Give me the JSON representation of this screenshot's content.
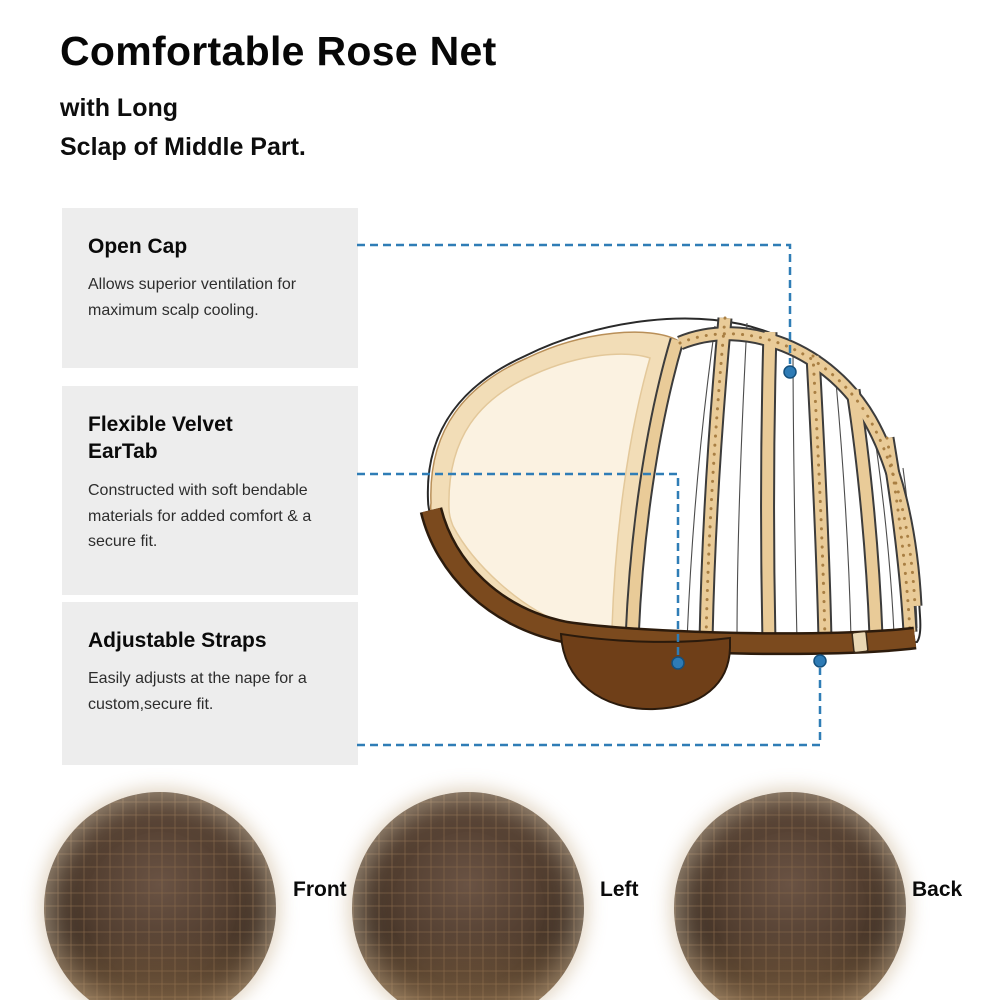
{
  "header": {
    "title": "Comfortable Rose Net",
    "subtitle_line1": "with Long",
    "subtitle_line2": "Sclap of Middle Part."
  },
  "features": [
    {
      "title": "Open Cap",
      "description": "Allows superior ventilation for maximum scalp cooling."
    },
    {
      "title": "Flexible Velvet EarTab",
      "description": "Constructed with soft bendable materials for added comfort & a secure fit."
    },
    {
      "title": "Adjustable Straps",
      "description": "Easily adjusts at the nape for a custom,secure fit."
    }
  ],
  "views": [
    {
      "label": "Front"
    },
    {
      "label": "Left"
    },
    {
      "label": "Back"
    }
  ],
  "colors": {
    "connector": "#2f7db6",
    "dot": "#2e7bb5",
    "box_bg": "#ededed",
    "cap_tan": "#e9cb98",
    "cap_cream": "#f2ddb7",
    "cap_ivory": "#fbf2e1",
    "cap_brown": "#7b4a1e",
    "ear_brown": "#6f3f18"
  }
}
